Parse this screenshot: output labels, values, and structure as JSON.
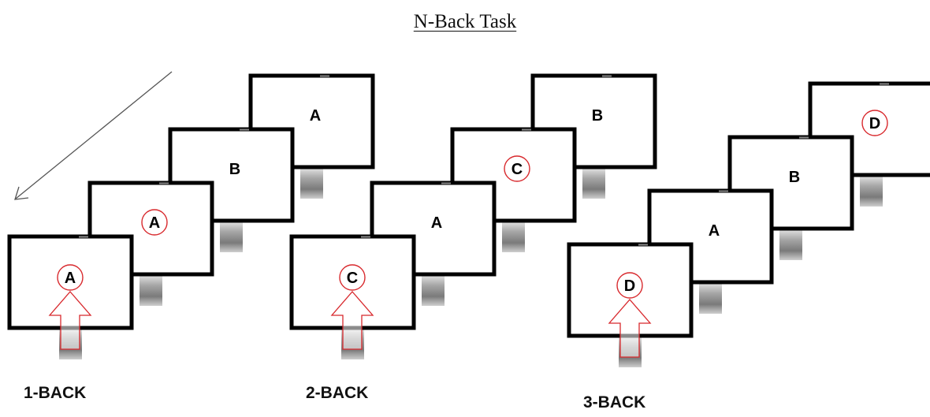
{
  "title": "N-Back Task",
  "colors": {
    "frame": "#000000",
    "highlight": "#d8282c",
    "arrow": "#555555"
  },
  "icons": {
    "time_arrow": "diagonal-arrow-icon",
    "monitor": "monitor-icon",
    "pointer": "up-arrow-icon"
  },
  "tasks": [
    {
      "label": "1-BACK",
      "sequence": [
        {
          "letter": "A",
          "circled": true
        },
        {
          "letter": "A",
          "circled": true
        },
        {
          "letter": "B",
          "circled": false
        },
        {
          "letter": "A",
          "circled": false
        }
      ]
    },
    {
      "label": "2-BACK",
      "sequence": [
        {
          "letter": "C",
          "circled": true
        },
        {
          "letter": "A",
          "circled": false
        },
        {
          "letter": "C",
          "circled": true
        },
        {
          "letter": "B",
          "circled": false
        }
      ]
    },
    {
      "label": "3-BACK",
      "sequence": [
        {
          "letter": "D",
          "circled": true
        },
        {
          "letter": "A",
          "circled": false
        },
        {
          "letter": "B",
          "circled": false
        },
        {
          "letter": "D",
          "circled": true
        }
      ]
    }
  ]
}
